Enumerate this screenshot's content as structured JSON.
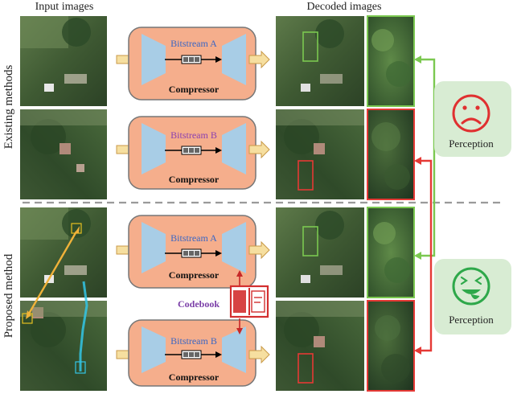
{
  "headers": {
    "input": "Input images",
    "decoded": "Decoded images"
  },
  "rows": {
    "existing": "Existing methods",
    "proposed": "Proposed method"
  },
  "compressors": [
    {
      "bitstream": "Bitstream A",
      "bitstream_color": "#3a66c4",
      "label": "Compressor"
    },
    {
      "bitstream": "Bitstream B",
      "bitstream_color": "#8a3fb0",
      "label": "Compressor"
    },
    {
      "bitstream": "Bitstream A",
      "bitstream_color": "#3a66c4",
      "label": "Compressor"
    },
    {
      "bitstream": "Bitstream B",
      "bitstream_color": "#3a66c4",
      "label": "Compressor"
    }
  ],
  "codebook": {
    "label": "Codebook",
    "color": "#7b3fa8"
  },
  "perception": [
    {
      "label": "Perception",
      "face": "sad-face",
      "color": "#e03030"
    },
    {
      "label": "Perception",
      "face": "happy-face",
      "color": "#2ea84a"
    }
  ],
  "colors": {
    "compressor_fill": "#f5ae8c",
    "encoder_fill": "#a8cde6",
    "arrow_fill": "#f6dfa0",
    "good_green": "#7bc850",
    "bad_red": "#e53935",
    "panel_green": "#d8ecd3"
  }
}
